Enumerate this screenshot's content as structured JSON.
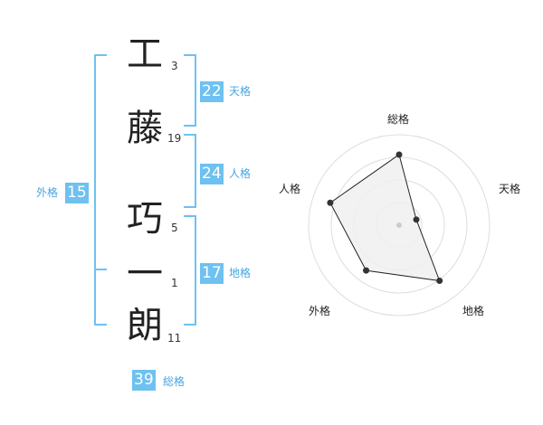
{
  "name_chars": [
    {
      "char": "工",
      "strokes": "3"
    },
    {
      "char": "藤",
      "strokes": "19"
    },
    {
      "char": "巧",
      "strokes": "5"
    },
    {
      "char": "一",
      "strokes": "1"
    },
    {
      "char": "朗",
      "strokes": "11"
    }
  ],
  "fortune": {
    "tenkaku": {
      "value": "22",
      "label": "天格"
    },
    "jinkaku": {
      "value": "24",
      "label": "人格"
    },
    "chikaku": {
      "value": "17",
      "label": "地格"
    },
    "gaikaku": {
      "value": "15",
      "label": "外格"
    },
    "soukaku": {
      "value": "39",
      "label": "総格"
    }
  },
  "radar": {
    "axes": [
      "総格",
      "天格",
      "地格",
      "外格",
      "人格"
    ],
    "values": [
      0.78,
      0.2,
      0.76,
      0.62,
      0.8
    ],
    "max": 1,
    "rings": 4,
    "colors": {
      "fill": "#f0f0f0",
      "stroke": "#222222",
      "ring": "#dddddd",
      "point": "#333333",
      "center": "#cccccc"
    }
  },
  "colors": {
    "accent": "#6ec1f0",
    "accent_text": "#47a6e0"
  }
}
